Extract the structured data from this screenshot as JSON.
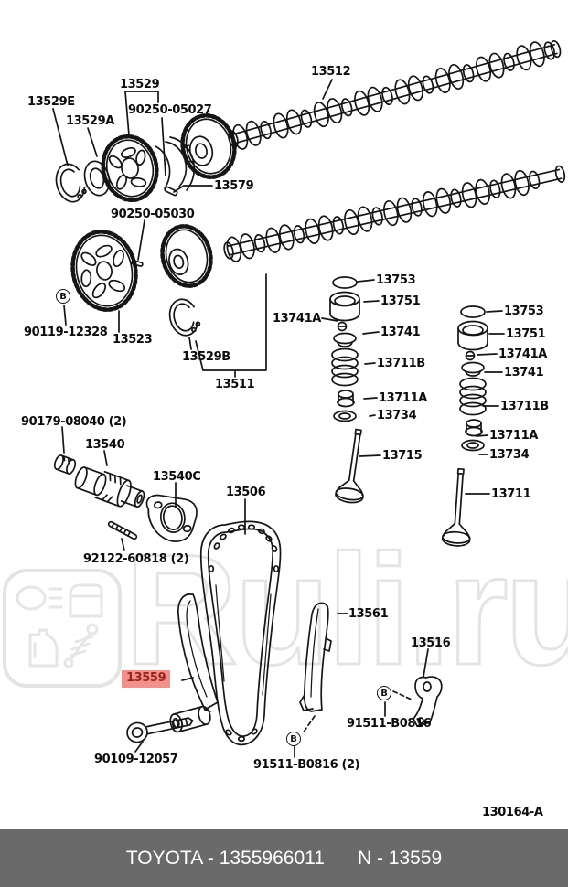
{
  "watermark": {
    "text": "Ruli.ru"
  },
  "diagram_code": "130164-A",
  "footer": {
    "brand_part": "TOYOTA - 1355966011",
    "catalog_part": "N - 13559"
  },
  "colors": {
    "highlight_bg": "#f2918c",
    "highlight_text": "#9c241f",
    "footer_bg": "#6a6a6a",
    "line": "#151515",
    "watermark": "#e4e4e4"
  },
  "markers": [
    {
      "text": "B"
    },
    {
      "text": "B"
    },
    {
      "text": "B"
    }
  ],
  "labels": [
    {
      "text": "13529E"
    },
    {
      "text": "13529"
    },
    {
      "text": "90250-05027"
    },
    {
      "text": "13529A"
    },
    {
      "text": "13512"
    },
    {
      "text": "13579"
    },
    {
      "text": "90250-05030"
    },
    {
      "text": "90119-12328"
    },
    {
      "text": "13523"
    },
    {
      "text": "13529B"
    },
    {
      "text": "13511"
    },
    {
      "text": "13753"
    },
    {
      "text": "13751"
    },
    {
      "text": "13741A"
    },
    {
      "text": "13741"
    },
    {
      "text": "13711B"
    },
    {
      "text": "13711A"
    },
    {
      "text": "13734"
    },
    {
      "text": "13715"
    },
    {
      "text": "13753"
    },
    {
      "text": "13751"
    },
    {
      "text": "13741A"
    },
    {
      "text": "13741"
    },
    {
      "text": "13711B"
    },
    {
      "text": "13711A"
    },
    {
      "text": "13734"
    },
    {
      "text": "13711"
    },
    {
      "text": "90179-08040 (2)"
    },
    {
      "text": "13540"
    },
    {
      "text": "13540C"
    },
    {
      "text": "92122-60818 (2)"
    },
    {
      "text": "13506"
    },
    {
      "text": "13561"
    },
    {
      "text": "13516"
    },
    {
      "text": "91511-B0816"
    },
    {
      "text": "13559"
    },
    {
      "text": "90109-12057"
    },
    {
      "text": "91511-B0816 (2)"
    }
  ]
}
